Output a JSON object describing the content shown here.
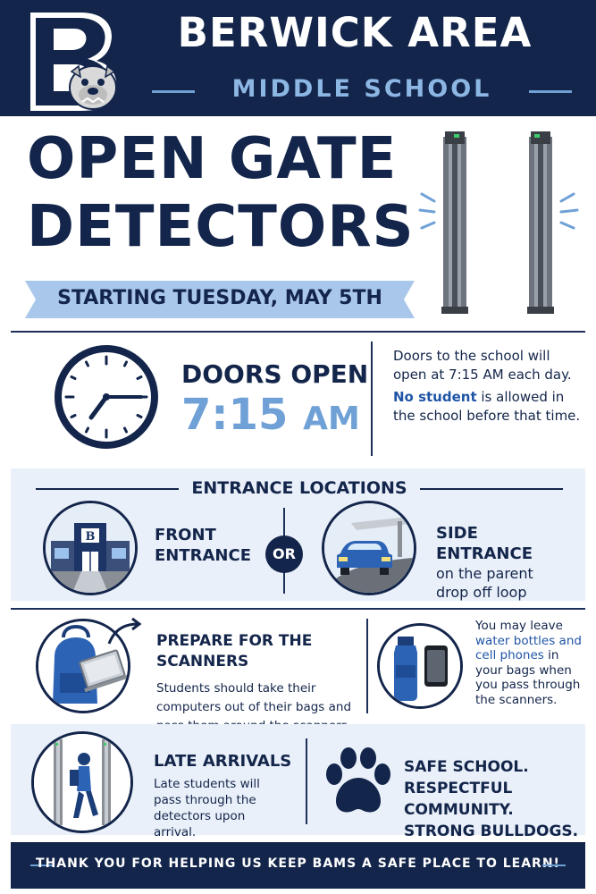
{
  "header": {
    "school_name": "BERWICK AREA",
    "school_sub": "MIDDLE SCHOOL",
    "logo_icon": "bulldog-b-logo-icon"
  },
  "title": {
    "line1": "OPEN GATE",
    "line2": "DETECTORS",
    "banner": "STARTING TUESDAY, MAY 5TH"
  },
  "doors": {
    "label": "DOORS OPEN",
    "time": "7:15",
    "ampm": "AM",
    "desc1": "Doors to the school will open at 7:15 AM each day.",
    "desc2_highlight": "No student",
    "desc2_rest": " is allowed in the school before that time."
  },
  "entrances": {
    "heading": "ENTRANCE LOCATIONS",
    "front_label_1": "FRONT",
    "front_label_2": "ENTRANCE",
    "or": "OR",
    "side_heading": "SIDE ENTRANCE",
    "side_body": "on the parent drop off loop"
  },
  "scanners": {
    "heading": "PREPARE FOR THE SCANNERS",
    "body": "Students should take their computers out of their bags and pass them around the scanners.",
    "note_pre": "You may leave ",
    "note_highlight": "water bottles and cell phones",
    "note_post": " in your bags when you pass through the scanners."
  },
  "late": {
    "heading": "LATE ARRIVALS",
    "body": "Late students will pass through the detectors upon arrival."
  },
  "motto": {
    "line1": "SAFE SCHOOL.",
    "line2": "RESPECTFUL COMMUNITY.",
    "line3": "STRONG BULLDOGS."
  },
  "footer": {
    "text": "THANK YOU FOR HELPING US KEEP BAMS A SAFE PLACE TO LEARN!"
  },
  "colors": {
    "navy": "#13254a",
    "light_blue": "#6fa0d6",
    "accent_blue": "#1f55a6",
    "panel_bg": "#e9f0f9"
  }
}
